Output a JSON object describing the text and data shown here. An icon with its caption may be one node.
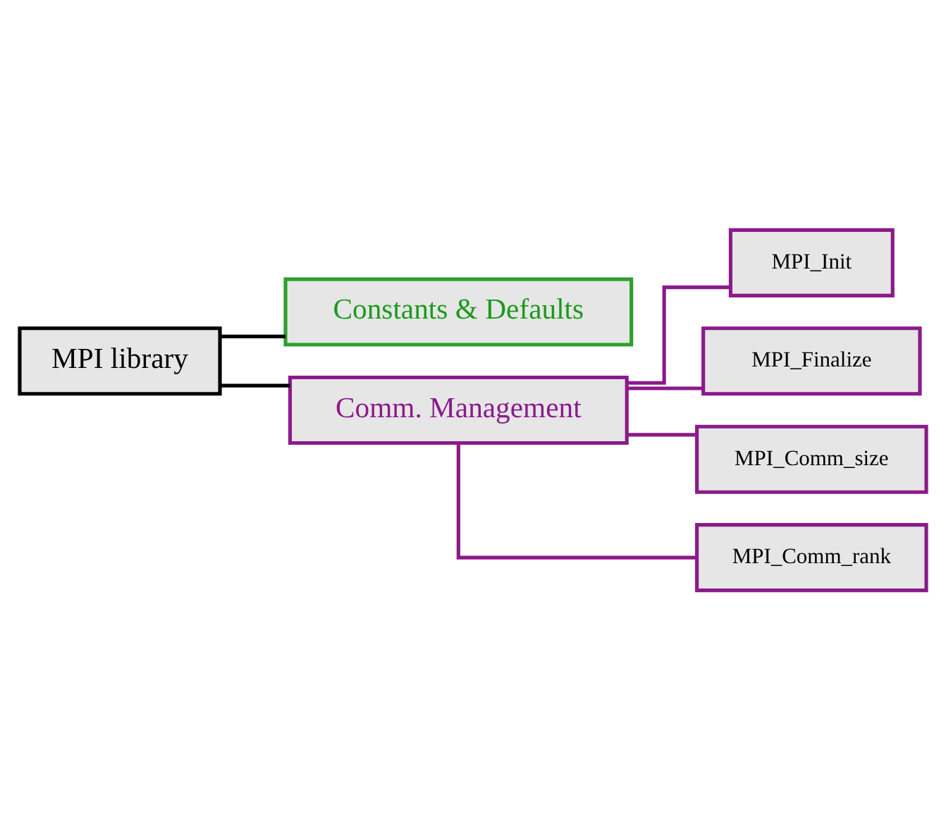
{
  "diagram": {
    "nodes": [
      {
        "text": [
          "MPI library"
        ]
      },
      {
        "text": [
          "Constants & Defaults"
        ]
      },
      {
        "text": [
          "Comm. Management"
        ]
      },
      {
        "text": [
          "MPI_Init"
        ]
      },
      {
        "text": [
          "MPI_Finalize"
        ]
      },
      {
        "text": [
          "MPI_Comm_size"
        ]
      },
      {
        "text": [
          "MPI_Comm_rank"
        ]
      }
    ],
    "edges": [
      {
        "from": 0,
        "to": 1,
        "arrow": "none",
        "color": "#000000"
      },
      {
        "from": 0,
        "to": 2,
        "arrow": "none",
        "color": "#000000"
      },
      {
        "from": 2,
        "to": 3,
        "arrow": "none"
      },
      {
        "from": 2,
        "to": 4,
        "arrow": "none"
      },
      {
        "from": 2,
        "to": 5,
        "arrow": "none"
      },
      {
        "from": 2,
        "to": 6,
        "arrow": "none"
      }
    ]
  }
}
